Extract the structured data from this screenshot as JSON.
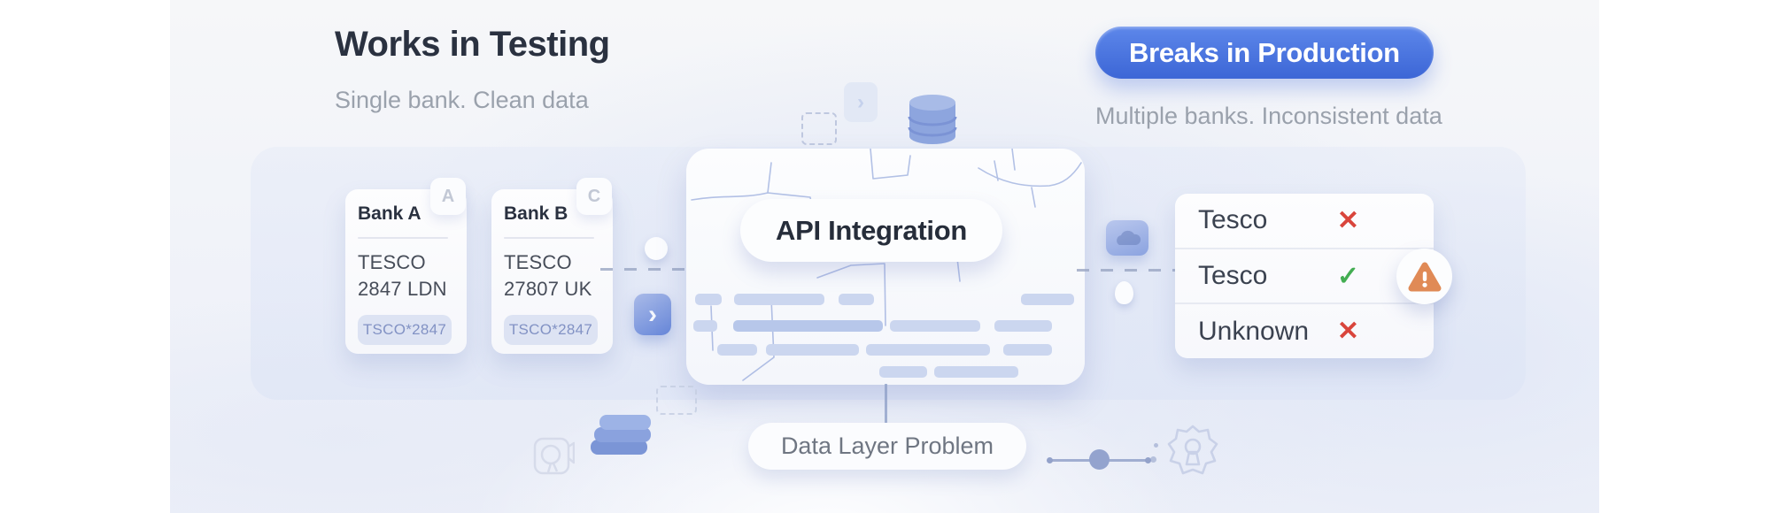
{
  "left_header": {
    "title": "Works in Testing",
    "subtitle": "Single bank. Clean data"
  },
  "right_header": {
    "button_label": "Breaks in Production",
    "subtitle": "Multiple banks. Inconsistent data"
  },
  "bank_cards": [
    {
      "name": "Bank A",
      "badge": "A",
      "line1": "TESCO",
      "line2": "2847 LDN",
      "code": "TSCO*2847"
    },
    {
      "name": "Bank B",
      "badge": "C",
      "line1": "TESCO",
      "line2": "27807 UK",
      "code": "TSCO*2847"
    }
  ],
  "api_card": {
    "label": "API Integration"
  },
  "results": {
    "rows": [
      {
        "label": "Tesco",
        "mark": "✕",
        "status": "fail"
      },
      {
        "label": "Tesco",
        "mark": "✓",
        "status": "pass",
        "warning": true
      },
      {
        "label": "Unknown",
        "mark": "✕",
        "status": "fail"
      }
    ]
  },
  "bottom_label": "Data Layer Problem",
  "icons": {
    "chevron_glyph": "›"
  },
  "colors": {
    "accent_blue": "#4a72dd",
    "fail_red": "#d9453c",
    "pass_green": "#43ad52",
    "warning_orange": "#e08a56"
  }
}
